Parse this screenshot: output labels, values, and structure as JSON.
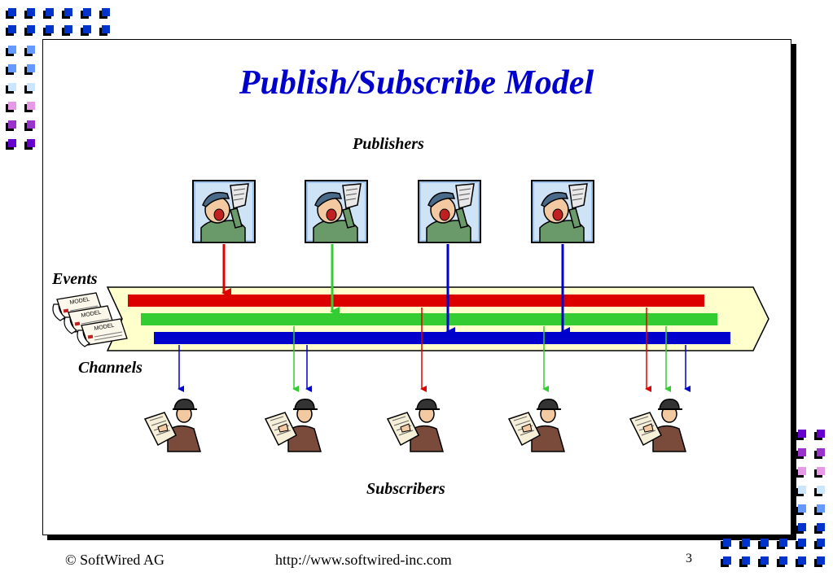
{
  "title": "Publish/Subscribe Model",
  "labels": {
    "publishers": "Publishers",
    "events": "Events",
    "channels": "Channels",
    "subscribers": "Subscribers"
  },
  "footer": {
    "copyright": "© SoftWired AG",
    "url": "http://www.softwired-inc.com",
    "page_number": "3"
  },
  "newspaper_text": "MODEL",
  "colors": {
    "title": "#0000cc",
    "channel_red": "#dd0000",
    "channel_green": "#33cc33",
    "channel_blue": "#0000cc",
    "bus_fill": "#ffffcc",
    "deco_blue": "#0033cc",
    "deco_light_blue": "#6699ff",
    "deco_pale_blue": "#cce6ff",
    "deco_pink": "#e699e6",
    "deco_violet": "#9933cc",
    "deco_purple": "#6600cc"
  }
}
